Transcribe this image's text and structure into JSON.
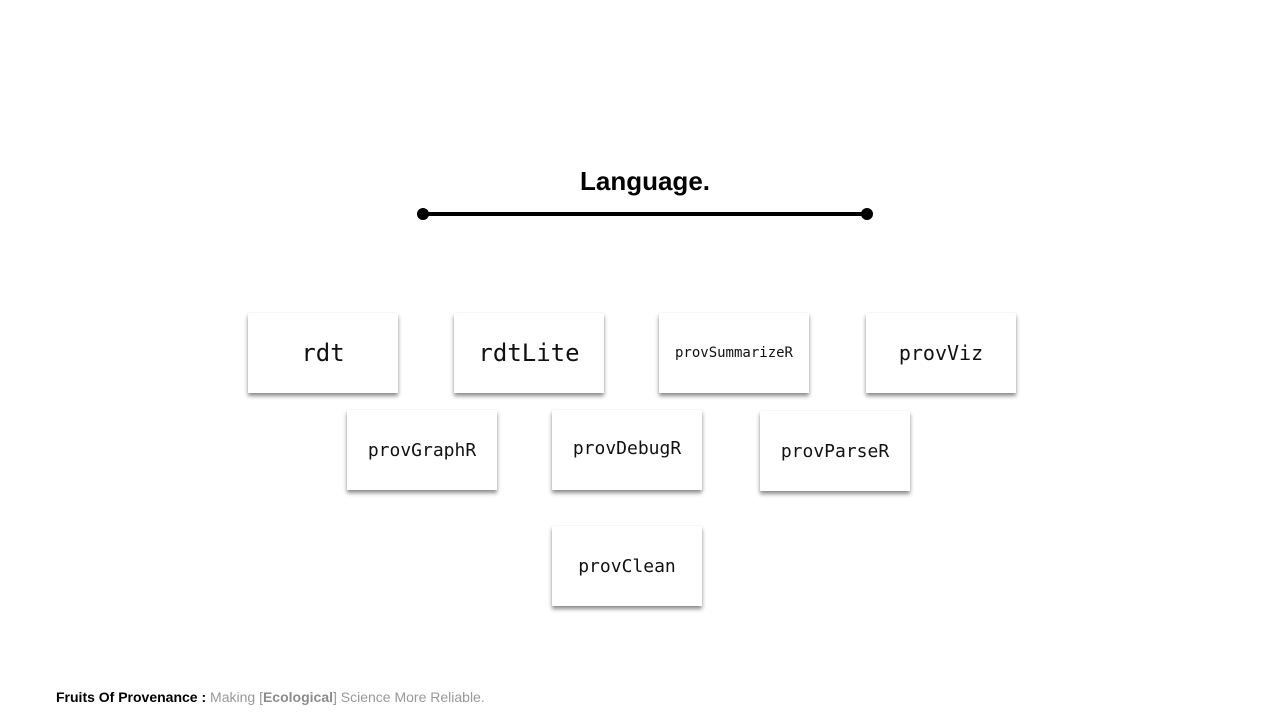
{
  "slide": {
    "heading": "Language."
  },
  "packages": [
    {
      "name": "rdt"
    },
    {
      "name": "rdtLite"
    },
    {
      "name": "provSummarizeR"
    },
    {
      "name": "provViz"
    },
    {
      "name": "provGraphR"
    },
    {
      "name": "provDebugR"
    },
    {
      "name": "provParseR"
    },
    {
      "name": "provClean"
    }
  ],
  "footer": {
    "title": "Fruits Of Provenance :",
    "text_before": " Making [",
    "emphasis": "Ecological",
    "text_after": "] Science More Reliable."
  },
  "colors": {
    "text": "#000000",
    "footer_gray": "#999999",
    "card_background": "#ffffff"
  }
}
